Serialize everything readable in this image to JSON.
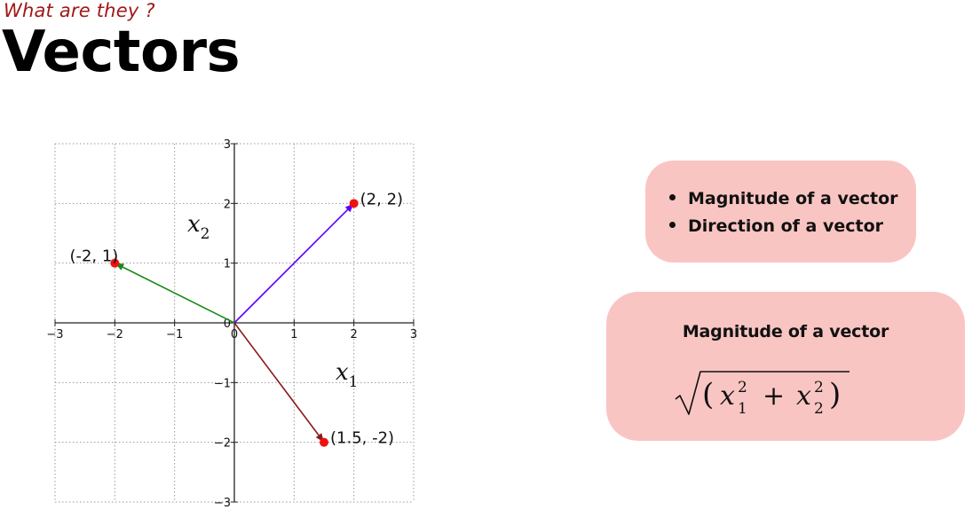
{
  "slide": {
    "subtitle": "What are they ?",
    "title": "Vectors"
  },
  "properties_box": {
    "items": [
      {
        "label": "Magnitude of a vector"
      },
      {
        "label": "Direction of a vector"
      }
    ]
  },
  "magnitude_box": {
    "heading": "Magnitude of a vector",
    "formula_base1": "x",
    "formula_base2": "x",
    "sub1": "1",
    "sub2": "2",
    "exp1": "2",
    "exp2": "2",
    "paren_open": "(",
    "paren_close": ")",
    "plus": "+"
  },
  "colors": {
    "subtitle": "#a01818",
    "box_fill": "#f9c5c3",
    "point": "#ee1111",
    "vector_blue": "#5a00ff",
    "vector_green": "#1a8a1a",
    "vector_darkred": "#8b1a1a"
  },
  "chart_data": {
    "type": "vector_plot",
    "xlim": [
      -3,
      3
    ],
    "ylim": [
      -3,
      3
    ],
    "grid": true,
    "x_ticks": [
      -3,
      -2,
      -1,
      0,
      1,
      2,
      3
    ],
    "x_tick_labels": [
      "−3",
      "−2",
      "−1",
      "0",
      "1",
      "2",
      "3"
    ],
    "y_ticks": [
      3,
      2,
      1,
      0,
      -1,
      -2,
      -3
    ],
    "y_tick_labels": [
      "3",
      "2",
      "1",
      "0",
      "−1",
      "−2",
      "−3"
    ],
    "xlabel": {
      "base": "x",
      "sub": "1"
    },
    "ylabel": {
      "base": "x",
      "sub": "2"
    },
    "vectors": [
      {
        "name": "vector-2-2",
        "to": [
          2,
          2
        ],
        "label": "(2, 2)",
        "color": "#5a00ff"
      },
      {
        "name": "vector-neg2-1",
        "to": [
          -2,
          1
        ],
        "label": "(-2, 1)",
        "color": "#1a8a1a"
      },
      {
        "name": "vector-1.5-neg2",
        "to": [
          1.5,
          -2
        ],
        "label": "(1.5, -2)",
        "color": "#8b1a1a"
      }
    ]
  }
}
